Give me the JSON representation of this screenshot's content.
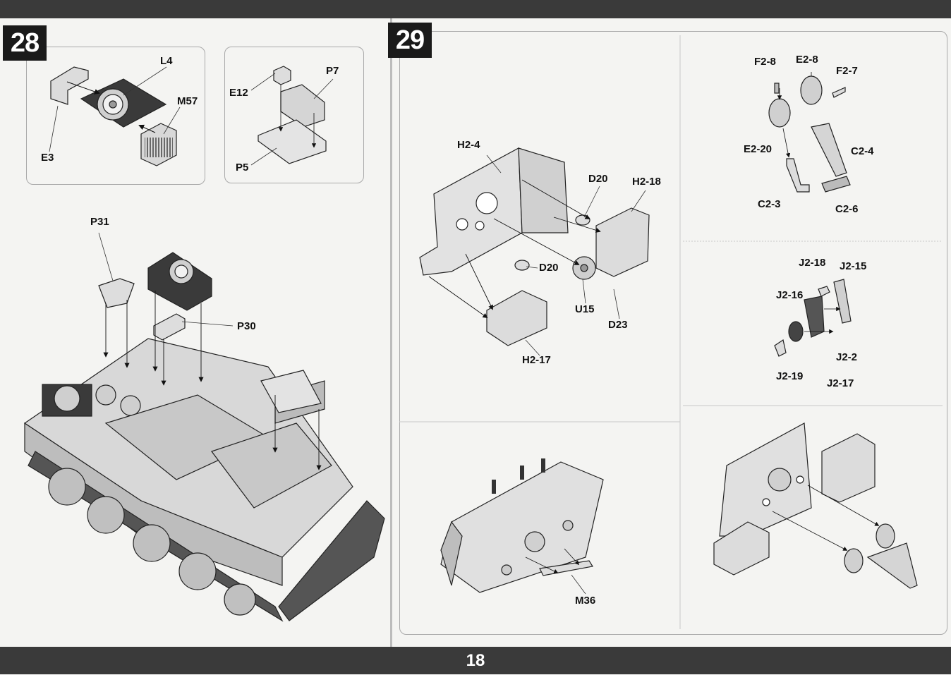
{
  "page": {
    "number": "18"
  },
  "step28": {
    "number": "28",
    "inset1": {
      "labels": {
        "l4": "L4",
        "m57": "M57",
        "e3": "E3"
      }
    },
    "inset2": {
      "labels": {
        "p7": "P7",
        "e12": "E12",
        "p5": "P5"
      }
    },
    "main": {
      "labels": {
        "p31": "P31",
        "p30": "P30"
      }
    }
  },
  "step29": {
    "number": "29",
    "panelA": {
      "labels": {
        "h2_4": "H2-4",
        "d20_top": "D20",
        "h2_18": "H2-18",
        "d20_mid": "D20",
        "u15": "U15",
        "d23": "D23",
        "h2_17": "H2-17"
      }
    },
    "panelB": {
      "labels": {
        "f2_8": "F2-8",
        "e2_8": "E2-8",
        "f2_7": "F2-7",
        "e2_20": "E2-20",
        "c2_4": "C2-4",
        "c2_3": "C2-3",
        "c2_6": "C2-6"
      }
    },
    "panelC": {
      "labels": {
        "j2_18": "J2-18",
        "j2_15": "J2-15",
        "j2_16": "J2-16",
        "j2_2": "J2-2",
        "j2_19": "J2-19",
        "j2_17": "J2-17"
      }
    },
    "panelD": {
      "labels": {
        "m36": "M36"
      }
    }
  }
}
